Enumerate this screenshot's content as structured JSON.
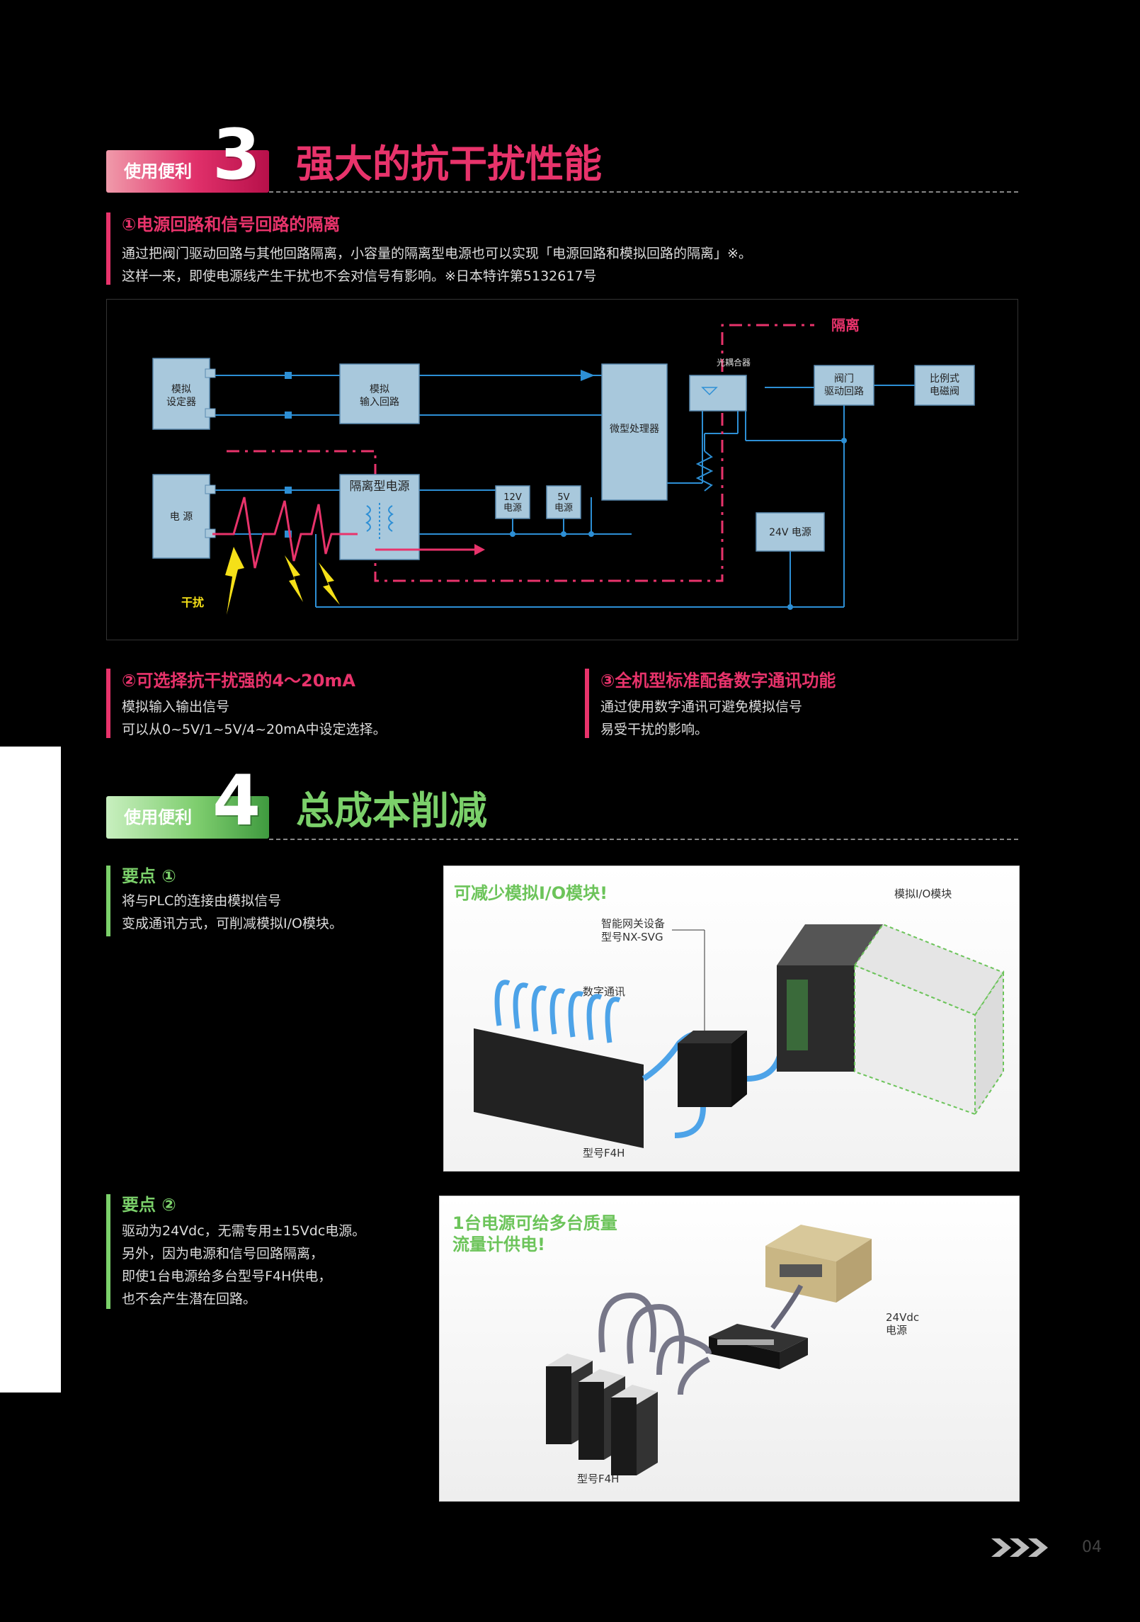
{
  "section3": {
    "tab_label": "使用便利",
    "number": "3",
    "title": "强大的抗干扰性能",
    "point1": {
      "heading": "①电源回路和信号回路的隔离",
      "line1": "通过把阀门驱动回路与其他回路隔离，小容量的隔离型电源也可以实现「电源回路和模拟回路的隔离」※。",
      "line2": "这样一来，即使电源线产生干扰也不会对信号有影响。※日本特许第5132617号"
    },
    "diagram": {
      "isolation": "隔离",
      "analog_setter": "模拟\n设定器",
      "analog_input": "模拟\n输入回路",
      "microprocessor": "微型处理器",
      "photocoupler": "光耦合器",
      "valve_drive": "阀门\n驱动回路",
      "prop_valve": "比例式\n电磁阀",
      "power": "电 源",
      "isolated_psu": "隔离型电源",
      "v12": "12V\n电源",
      "v5": "5V\n电源",
      "v24": "24V 电源",
      "noise": "干扰"
    },
    "point2": {
      "heading_prefix": "②",
      "heading": "可选择抗干扰强的4～20mA",
      "line1": "模拟输入输出信号",
      "line2": "可以从0~5V/1~5V/4~20mA中设定选择。"
    },
    "point3": {
      "heading_prefix": "③",
      "heading": "全机型标准配备数字通讯功能",
      "line1": "通过使用数字通讯可避免模拟信号",
      "line2": "易受干扰的影响。"
    }
  },
  "section4": {
    "tab_label": "使用便利",
    "number": "4",
    "title": "总成本削减",
    "key1": {
      "heading": "要点 ①",
      "line1": "将与PLC的连接由模拟信号",
      "line2": "变成通讯方式，可削减模拟I/O模块。"
    },
    "figure1": {
      "caption": "可减少模拟I/O模块!",
      "gateway": "智能网关设备\n型号NX-SVG",
      "io_module": "模拟I/O模块",
      "digital_comm": "数字通讯",
      "model": "型号F4H"
    },
    "key2": {
      "heading": "要点 ②",
      "line1": "驱动为24Vdc，无需专用±15Vdc电源。",
      "line2": "另外，因为电源和信号回路隔离，",
      "line3": "即使1台电源给多台型号F4H供电，",
      "line4": "也不会产生潜在回路。"
    },
    "figure2": {
      "caption_line1": "1台电源可给多台质量",
      "caption_line2": "流量计供电!",
      "psu": "24Vdc\n电源",
      "model": "型号F4H"
    }
  },
  "footer": {
    "page_number": "04"
  },
  "colors": {
    "pink": "#e8336b",
    "green": "#7bd06a",
    "diagram_line": "#2d8fd5",
    "box_fill": "#a8c8dc"
  }
}
